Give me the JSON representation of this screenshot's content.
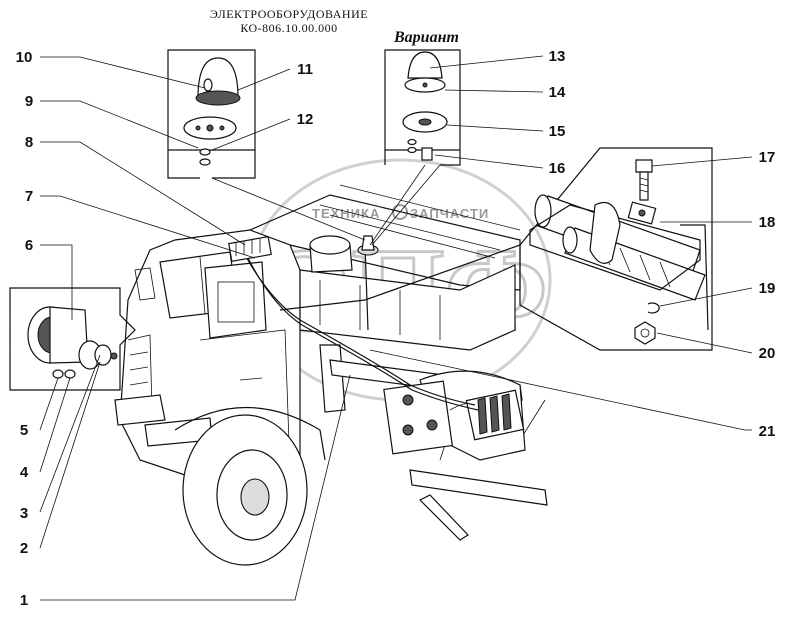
{
  "title": {
    "line1": "ЭЛЕКТРООБОРУДОВАНИЕ",
    "line2": "КО-806.10.00.000"
  },
  "variant_label": "Вариант",
  "watermark": {
    "text_left": "ТЕХНИКА",
    "text_right": "ЗАПЧАСТИ",
    "logo_letters": "ЭПФ"
  },
  "callouts": [
    {
      "id": "1",
      "label": "1"
    },
    {
      "id": "2",
      "label": "2"
    },
    {
      "id": "3",
      "label": "3"
    },
    {
      "id": "4",
      "label": "4"
    },
    {
      "id": "5",
      "label": "5"
    },
    {
      "id": "6",
      "label": "6"
    },
    {
      "id": "7",
      "label": "7"
    },
    {
      "id": "8",
      "label": "8"
    },
    {
      "id": "9",
      "label": "9"
    },
    {
      "id": "10",
      "label": "10"
    },
    {
      "id": "11",
      "label": "11"
    },
    {
      "id": "12",
      "label": "12"
    },
    {
      "id": "13",
      "label": "13"
    },
    {
      "id": "14",
      "label": "14"
    },
    {
      "id": "15",
      "label": "15"
    },
    {
      "id": "16",
      "label": "16"
    },
    {
      "id": "17",
      "label": "17"
    },
    {
      "id": "18",
      "label": "18"
    },
    {
      "id": "19",
      "label": "19"
    },
    {
      "id": "20",
      "label": "20"
    },
    {
      "id": "21",
      "label": "21"
    }
  ]
}
